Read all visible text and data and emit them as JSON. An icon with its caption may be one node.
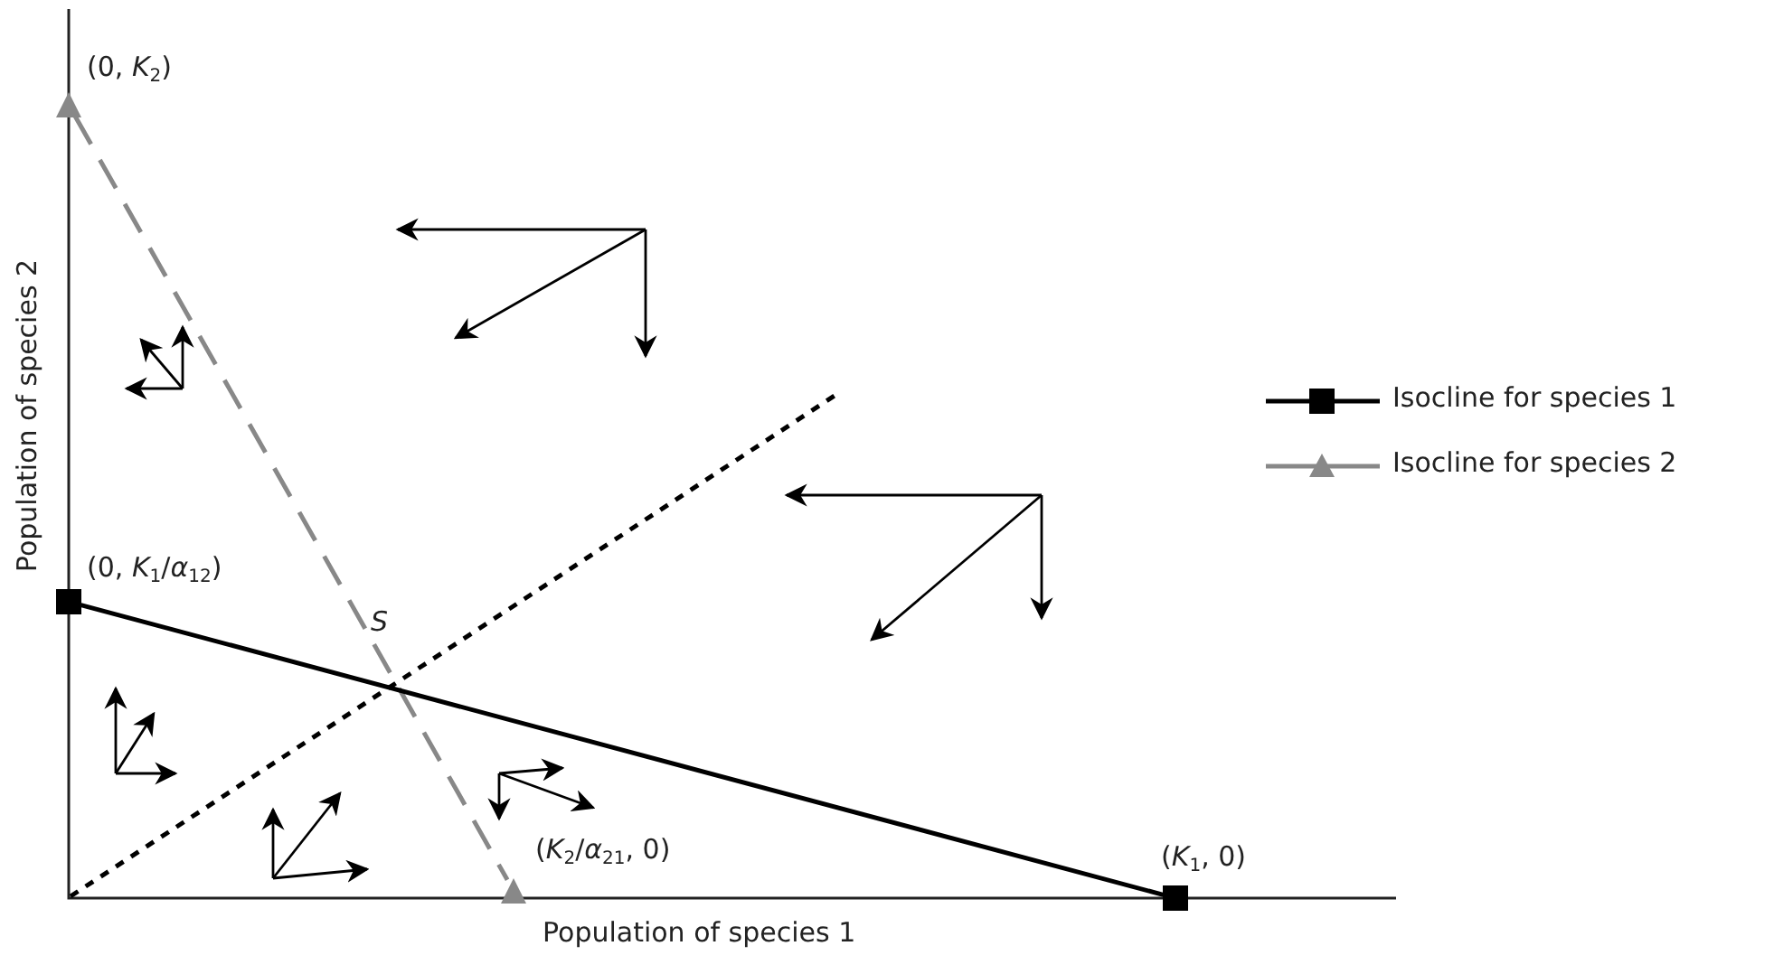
{
  "diagram": {
    "nodes": [
      {
        "text": [],
        "shape": "triangle",
        "beside": [
          "(0, *K*$_{2}$)"
        ]
      },
      {
        "text": [],
        "shape": "triangle",
        "beside": [
          "(*K*$_{2}$/*α*$_{21}$, 0)"
        ]
      },
      {
        "text": [],
        "shape": "box",
        "beside": [
          "(0, *K*$_{1}$/*α*$_{12}$)"
        ]
      },
      {
        "text": [],
        "shape": "box",
        "beside": [
          "(*K*$_{1}$, 0)"
        ]
      }
    ],
    "edges": [
      {
        "from": 0,
        "to": 1,
        "arrow": "none",
        "style": "dashed",
        "color": "#888888"
      },
      {
        "from": 2,
        "to": 3,
        "arrow": "none",
        "color": "#000000"
      }
    ],
    "labels": [
      "S",
      "Population of species 2",
      "Population of species 1"
    ],
    "legend": [
      {
        "text": "Isocline for species 1"
      },
      {
        "text": "Isocline for species 2"
      }
    ]
  }
}
